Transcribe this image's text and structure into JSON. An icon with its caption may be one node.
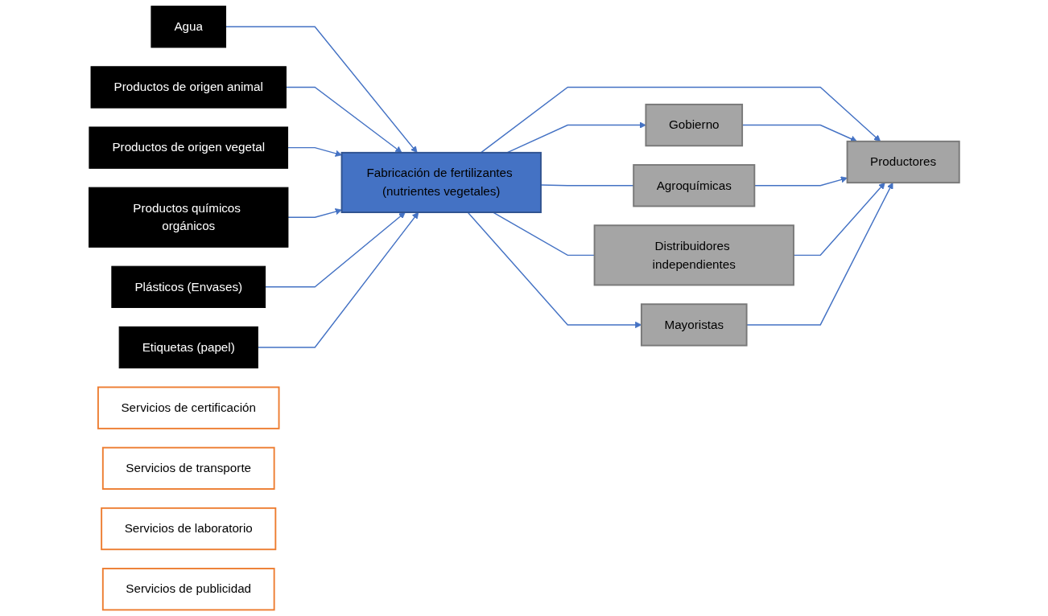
{
  "diagram": {
    "nodes": [
      {
        "text": [
          "Agua"
        ]
      },
      {
        "text": [
          "Productos de origen animal"
        ]
      },
      {
        "text": [
          "Productos de origen vegetal"
        ]
      },
      {
        "text": [
          "Productos químicos orgánicos"
        ]
      },
      {
        "text": [
          "Plásticos (Envases)"
        ]
      },
      {
        "text": [
          "Etiquetas (papel)"
        ]
      },
      {
        "text": [
          "Servicios de certificación"
        ]
      },
      {
        "text": [
          "Servicios de transporte"
        ]
      },
      {
        "text": [
          "Servicios de laboratorio"
        ]
      },
      {
        "text": [
          "Servicios de publicidad"
        ]
      },
      {
        "text": [
          "Fabricación de fertilizantes (nutrientes vegetales)"
        ]
      },
      {
        "text": [
          "Gobierno"
        ]
      },
      {
        "text": [
          "Agroquímicas"
        ]
      },
      {
        "text": [
          "Distribuidores independientes"
        ]
      },
      {
        "text": [
          "Mayoristas"
        ]
      },
      {
        "text": [
          "Productores"
        ]
      }
    ],
    "edges": [
      {
        "from": 0,
        "to": 10,
        "arrow": "to"
      },
      {
        "from": 1,
        "to": 10,
        "arrow": "to"
      },
      {
        "from": 2,
        "to": 10,
        "arrow": "to"
      },
      {
        "from": 3,
        "to": 10,
        "arrow": "to"
      },
      {
        "from": 4,
        "to": 10,
        "arrow": "to"
      },
      {
        "from": 5,
        "to": 10,
        "arrow": "to"
      },
      {
        "from": 10,
        "to": 11,
        "arrow": "to"
      },
      {
        "from": 10,
        "to": 12,
        "arrow": "none"
      },
      {
        "from": 10,
        "to": 13,
        "arrow": "none"
      },
      {
        "from": 10,
        "to": 14,
        "arrow": "to"
      },
      {
        "from": 10,
        "to": 15,
        "arrow": "to"
      },
      {
        "from": 11,
        "to": 15,
        "arrow": "to"
      },
      {
        "from": 12,
        "to": 15,
        "arrow": "to"
      },
      {
        "from": 13,
        "to": 15,
        "arrow": "to"
      },
      {
        "from": 14,
        "to": 15,
        "arrow": "to"
      }
    ]
  }
}
